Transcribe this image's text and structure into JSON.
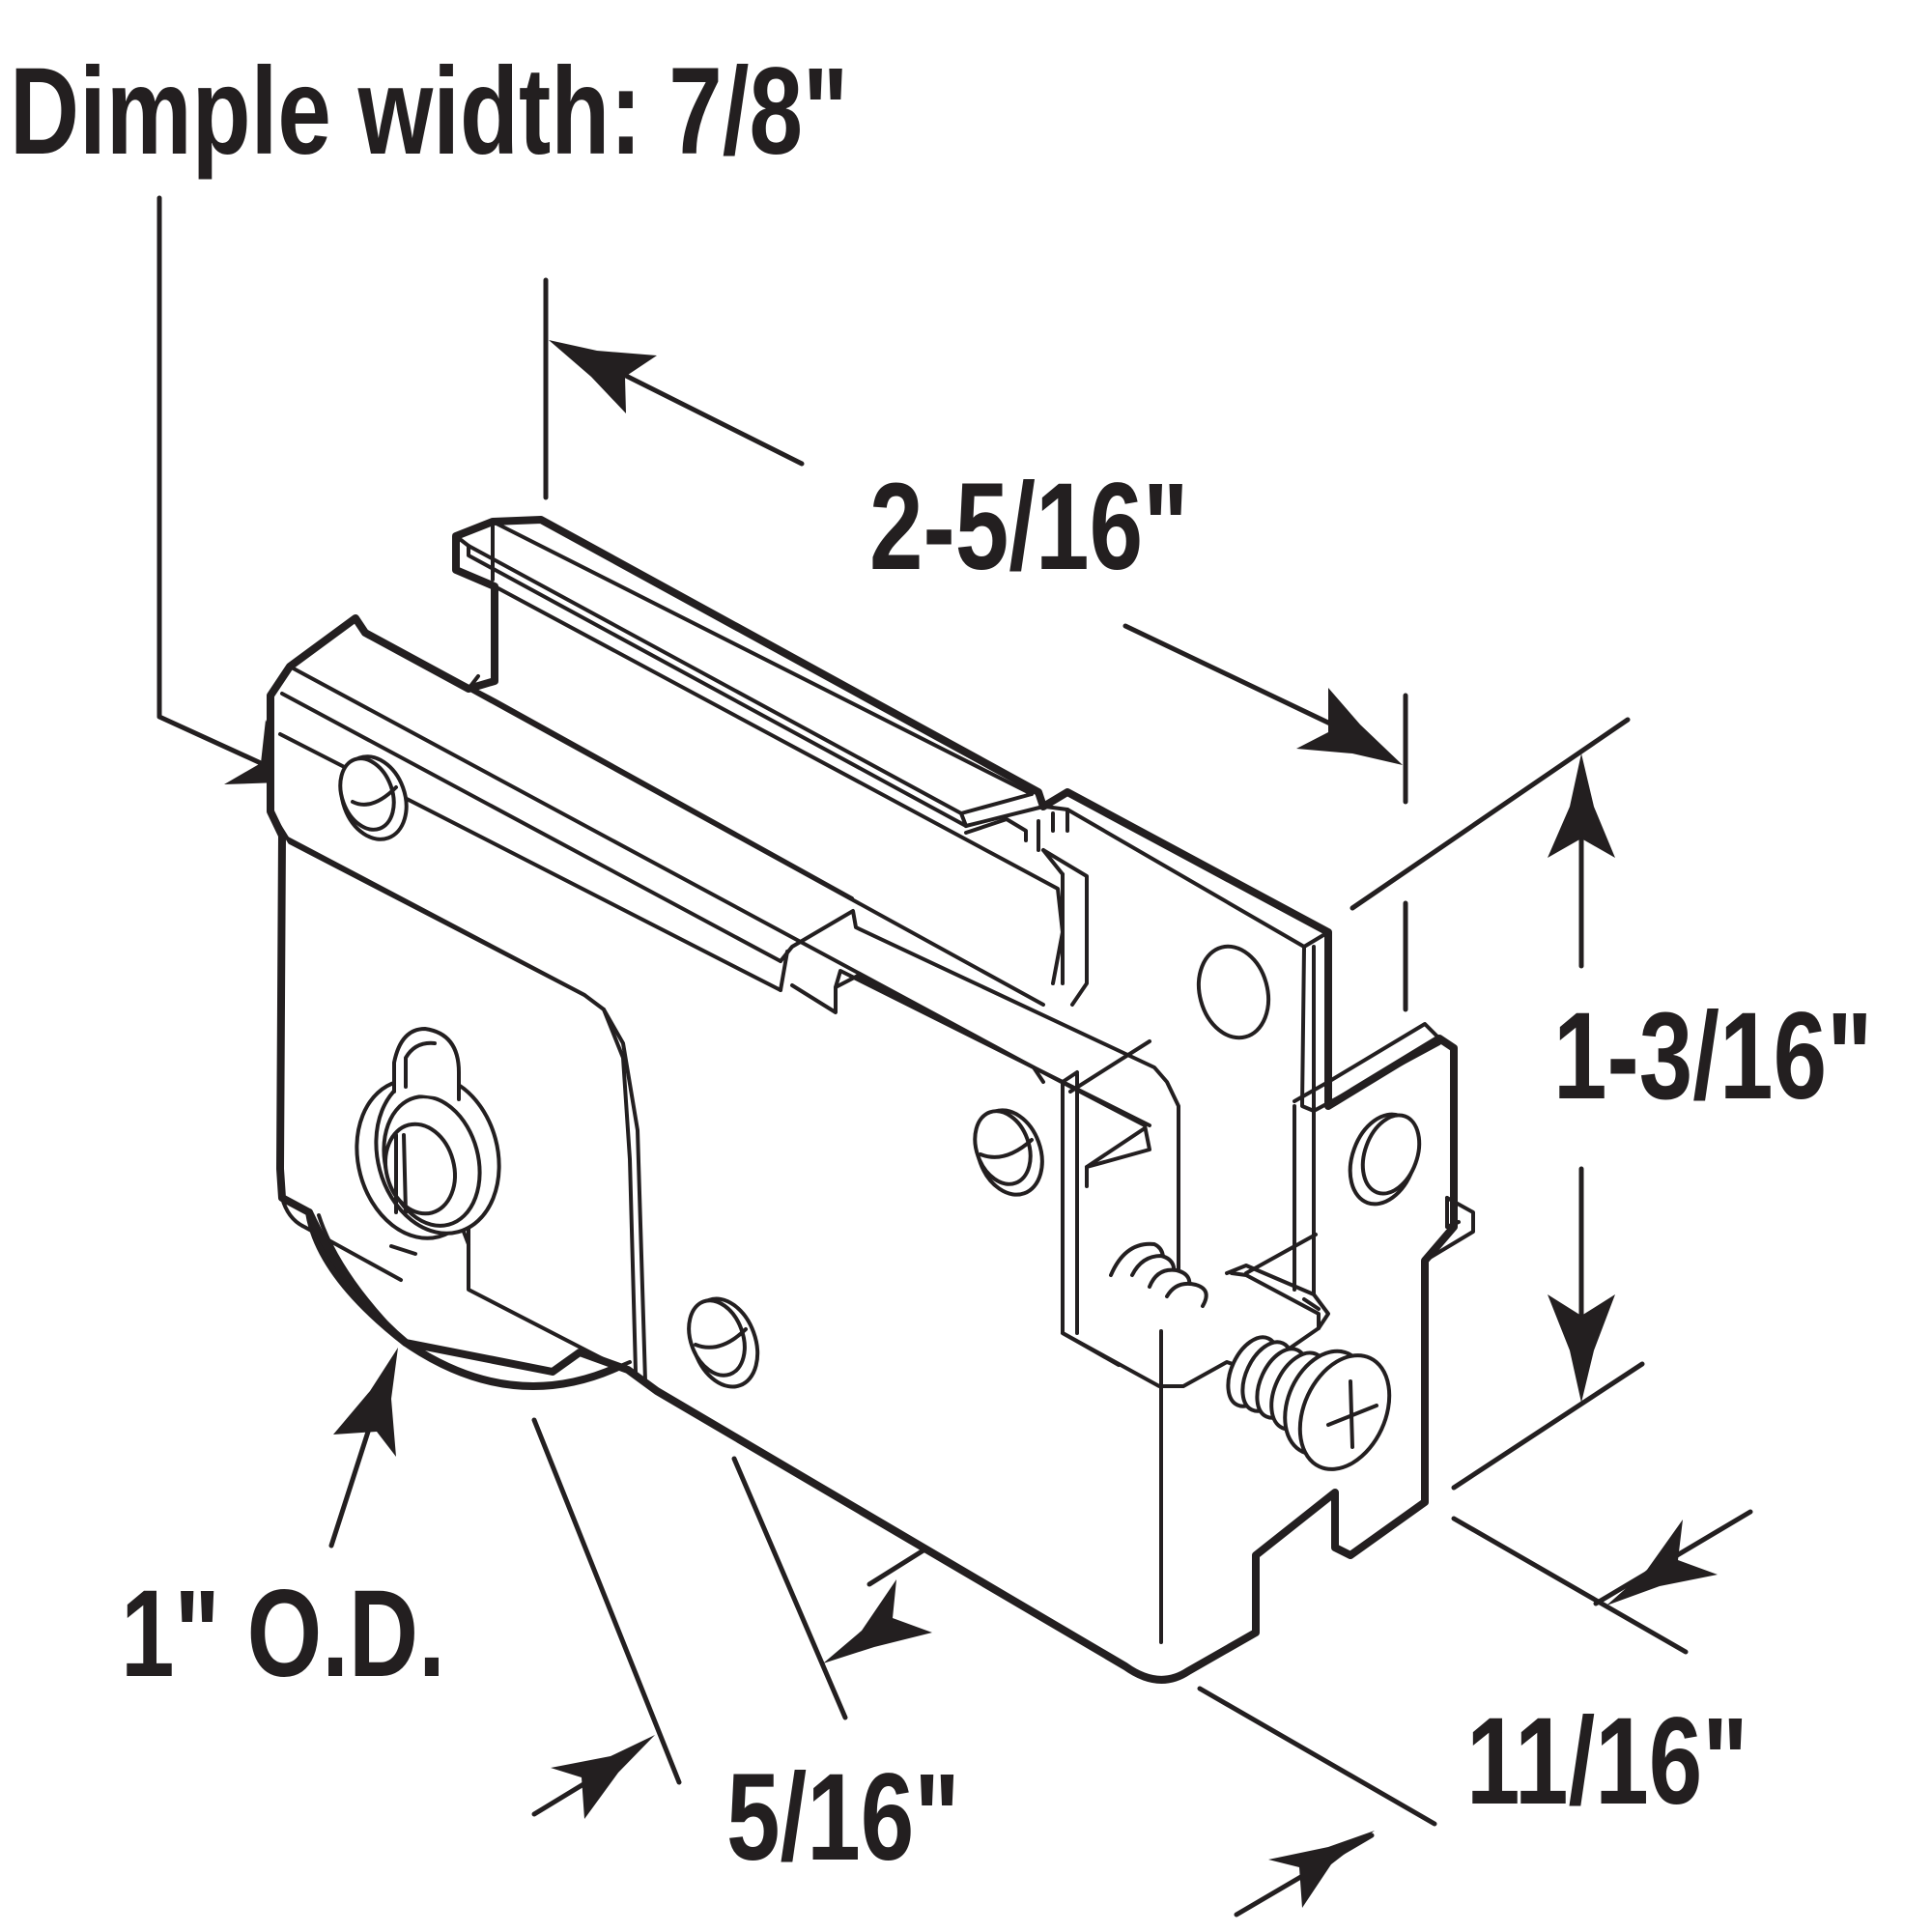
{
  "labels": {
    "dimple_width": "Dimple width: 7/8\"",
    "length": "2-5/16\"",
    "height": "1-3/16\"",
    "wheel_od": "1\" O.D.",
    "wheel_width": "5/16\"",
    "depth": "11/16\""
  },
  "colors": {
    "ink": "#231f20",
    "background": "#ffffff"
  }
}
